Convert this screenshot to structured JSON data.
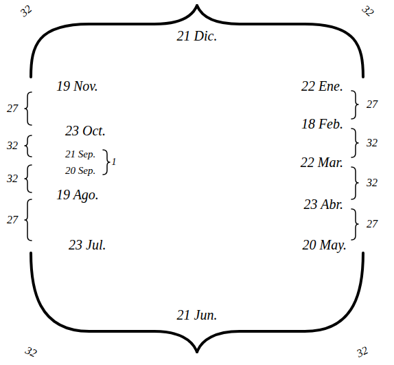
{
  "diagram": {
    "labels": [
      "32",
      "21 Dic.",
      "32",
      "19 Nov.",
      "22 Ene.",
      "27",
      "27",
      "23 Oct.",
      "18 Feb.",
      "32",
      "21 Sep.",
      "32",
      "1",
      "20 Sep.",
      "22 Mar.",
      "32",
      "19 Ago.",
      "32",
      "23 Abr.",
      "27",
      "27",
      "23 Jul.",
      "20 May.",
      "21 Jun.",
      "32",
      "32"
    ]
  }
}
